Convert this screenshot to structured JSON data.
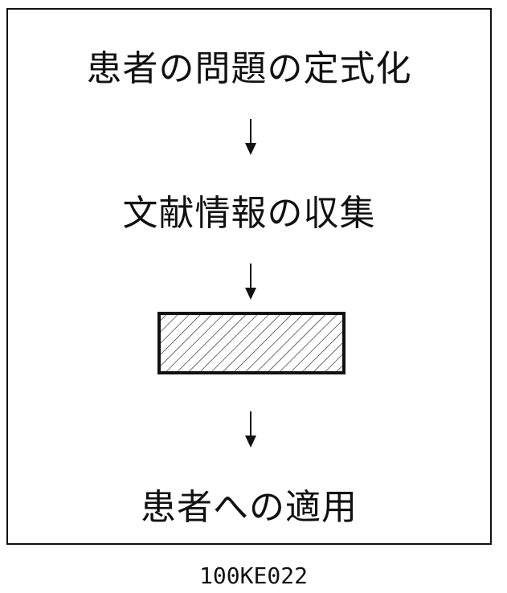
{
  "steps": {
    "step1": "患者の問題の定式化",
    "step2": "文献情報の収集",
    "step3": "",
    "step4": "患者への適用"
  },
  "footer_code": "100KE022",
  "icons": {
    "arrow": "down-arrow-icon",
    "blank": "hatched-blank-box"
  }
}
